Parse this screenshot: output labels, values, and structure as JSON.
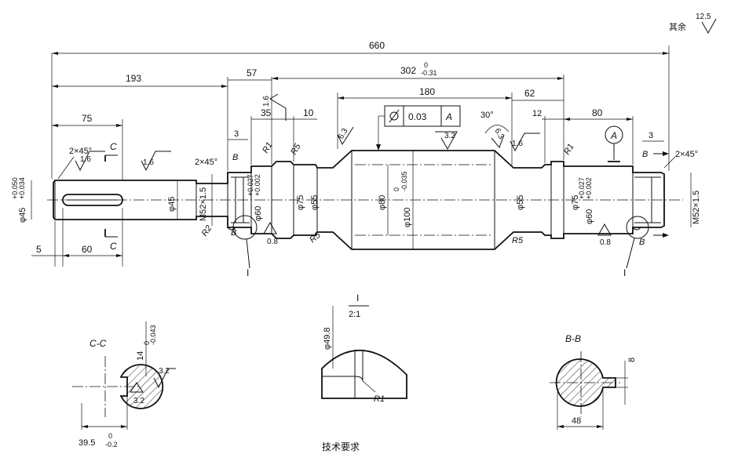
{
  "overall": {
    "length": "660"
  },
  "roughness_note": {
    "prefix": "其余",
    "value": "12.5"
  },
  "dims_top": {
    "d193": "193",
    "d57": "57",
    "d302": "302",
    "d302_tol": "-0.31",
    "d302_tol_upper": "0",
    "d180": "180",
    "d62": "62",
    "d75": "75",
    "d35": "35",
    "d10": "10",
    "d3l": "3",
    "d12": "12",
    "d80": "80",
    "d3r": "3",
    "d30deg": "30°"
  },
  "dims_bottom": {
    "d5": "5",
    "d60": "60"
  },
  "chamfers": {
    "left": "2×45°",
    "left2": "2×45°",
    "right": "2×45°"
  },
  "diameters": {
    "left_end": "φ45",
    "left_end_tol_up": "+0.050",
    "left_end_tol_lo": "+0.034",
    "left_body": "φ45",
    "thread_left": "M52×1.5",
    "bearing_left": "φ60",
    "bearing_left_tol_up": "+0.027",
    "bearing_left_tol_lo": "+0.002",
    "d75_left": "φ75",
    "d55_left": "φ55",
    "d80": "φ80",
    "d100": "φ100",
    "d100_tol_up": "0",
    "d100_tol_lo": "-0.035",
    "d55_right": "φ55",
    "d75_right": "φ75",
    "bearing_right": "φ60",
    "bearing_right_tol_up": "+0.027",
    "bearing_right_tol_lo": "+0.002",
    "thread_right": "M52×1.5"
  },
  "radii": {
    "r2": "R2",
    "r1_left": "R1",
    "r5_top": "R5",
    "r5_bot_left": "R5",
    "r5_bot_right": "R5",
    "r1_right": "R1"
  },
  "roughness": {
    "keyway": "1.6",
    "left_body": "1.6",
    "top_shoulder": "1.6",
    "left_taper": "6.3",
    "middle": "3.2",
    "right_taper": "6.3",
    "right_shoulder": "1.6",
    "bearing_left": "0.8",
    "bearing_right": "0.8",
    "section_cc": "3.2",
    "section_cc_2": "3.2"
  },
  "tolerance_frame": {
    "value": "0.03",
    "datum": "A"
  },
  "datum_marker": "A",
  "section_markers": {
    "c_top": "C",
    "c_bottom": "C",
    "b_left": "B",
    "b_left2": "B",
    "b_right": "B",
    "b_right2": "B",
    "i_left": "I",
    "i_right": "I"
  },
  "section_cc": {
    "title": "C-C",
    "depth": "14",
    "depth_tol_up": "0",
    "depth_tol_lo": "-0.043",
    "width": "39.5",
    "width_tol_up": "0",
    "width_tol_lo": "-0.2"
  },
  "detail_i": {
    "title": "I",
    "scale": "2:1",
    "diameter": "φ49.8",
    "radius": "R1"
  },
  "section_bb": {
    "title": "B-B",
    "slot": "8",
    "width": "48"
  },
  "tech_requirements": {
    "title": "技术要求"
  }
}
